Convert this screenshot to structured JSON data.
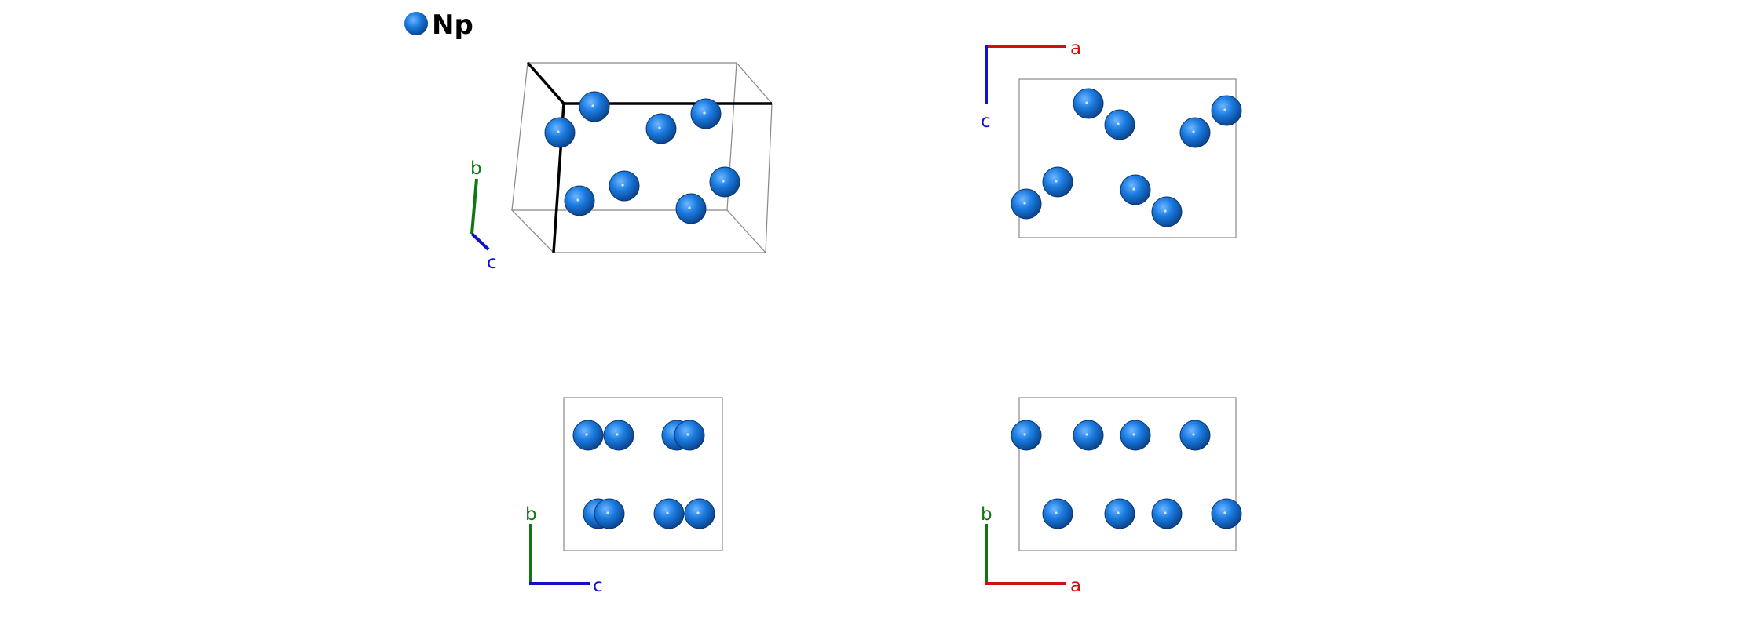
{
  "legend": {
    "element": "Np"
  },
  "colors": {
    "atom": "#1a7be0",
    "atom_dark": "#0a3f86",
    "axis_a": "#cc1111",
    "axis_b": "#117711",
    "axis_c": "#1111cc",
    "cell_edge": "#888888",
    "cell_axes": "#000000"
  },
  "axis_labels": {
    "a": "a",
    "b": "b",
    "c": "c"
  },
  "panels": [
    {
      "id": "perspective",
      "view": "3d",
      "axes": [
        "b",
        "c"
      ]
    },
    {
      "id": "top-right",
      "view": "a-c",
      "axes": [
        "a",
        "c"
      ]
    },
    {
      "id": "bottom-left",
      "view": "c-b",
      "axes": [
        "c",
        "b"
      ]
    },
    {
      "id": "bottom-right",
      "view": "a-b",
      "axes": [
        "a",
        "b"
      ]
    }
  ]
}
